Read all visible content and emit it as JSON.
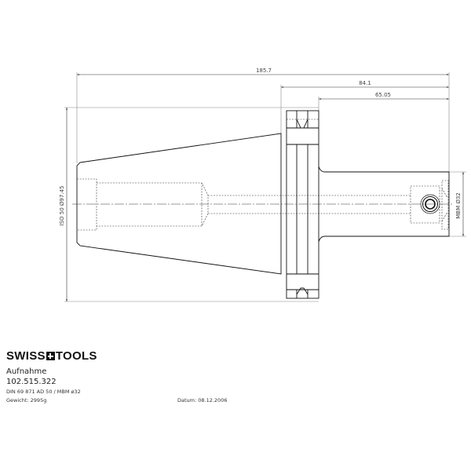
{
  "drawing": {
    "dimensions": {
      "overall_length": "185.7",
      "flange_to_end": "84.1",
      "shank_length": "65.05",
      "taper_label": "ISO 50  Ø97.45",
      "shank_diameter": "MBM  Ø32"
    }
  },
  "title_block": {
    "brand_left": "SWISS",
    "brand_right": "TOOLS",
    "name": "Aufnahme",
    "article_number": "102.515.322",
    "spec": "DIN 69 871 AD 50 / MBM ø32",
    "weight": "Gewicht: 2995g",
    "date": "Datum: 08.12.2006"
  }
}
